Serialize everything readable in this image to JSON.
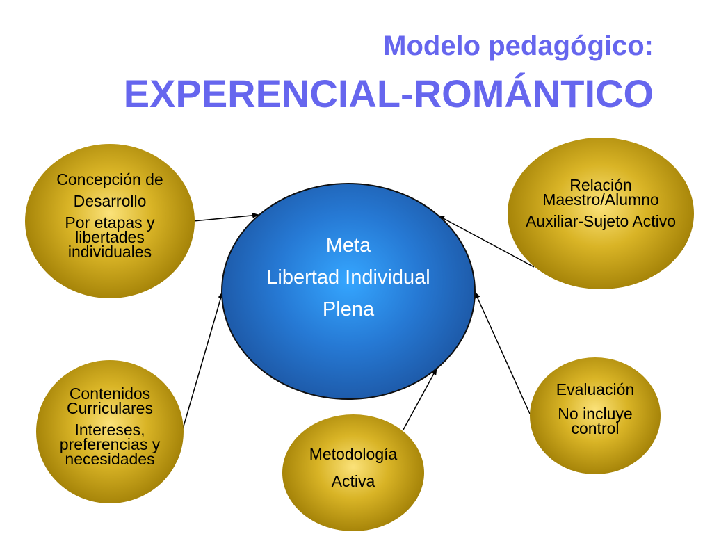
{
  "title": {
    "line1": "Modelo pedagógico:",
    "line2": "EXPERENCIAL-ROMÁNTICO"
  },
  "center": {
    "line1": "Meta",
    "line2": "Libertad Individual",
    "line3": "Plena"
  },
  "nodes": {
    "concepcion": {
      "line1": "Concepción de",
      "line2": "Desarrollo",
      "line3": "Por etapas y libertades individuales"
    },
    "relacion": {
      "line1": "Relación Maestro/Alumno",
      "line2": "Auxiliar-Sujeto Activo"
    },
    "contenidos": {
      "line1": "Contenidos Curriculares",
      "line2": "Intereses, preferencias y necesidades"
    },
    "metodologia": {
      "line1": "Metodología",
      "line2": "Activa"
    },
    "evaluacion": {
      "line1": "Evaluación",
      "line2": "No incluye control"
    }
  },
  "colors": {
    "title": "#6666ee",
    "center_fill": "#2679d4",
    "node_fill": "#d9b426"
  }
}
